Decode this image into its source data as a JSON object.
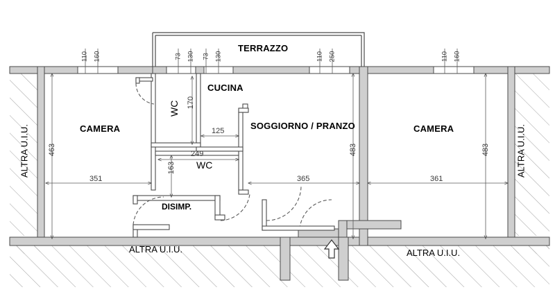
{
  "document": {
    "type": "floor-plan",
    "language": "it",
    "units": "cm"
  },
  "rooms": [
    {
      "id": "camera-left",
      "label": "CAMERA"
    },
    {
      "id": "camera-right",
      "label": "CAMERA"
    },
    {
      "id": "terrazzo",
      "label": "TERRAZZO"
    },
    {
      "id": "cucina",
      "label": "CUCINA"
    },
    {
      "id": "soggiorno",
      "label": "SOGGIORNO / PRANZO"
    },
    {
      "id": "wc-upper",
      "label": "WC"
    },
    {
      "id": "wc-lower",
      "label": "WC"
    },
    {
      "id": "disimpegno",
      "label": "DISIMP."
    }
  ],
  "exterior_labels": [
    {
      "id": "left",
      "label": "ALTRA U.I.U."
    },
    {
      "id": "right",
      "label": "ALTRA U.I.U."
    },
    {
      "id": "bottom-left",
      "label": "ALTRA U.I.U."
    },
    {
      "id": "bottom-right",
      "label": "ALTRA U.I.U."
    }
  ],
  "dimensions": {
    "window_top": [
      {
        "id": "w1-sill",
        "value": "110"
      },
      {
        "id": "w1-width",
        "value": "160"
      },
      {
        "id": "w2-sill",
        "value": "73"
      },
      {
        "id": "w2-width",
        "value": "130"
      },
      {
        "id": "w3-sill",
        "value": "73"
      },
      {
        "id": "w3-width",
        "value": "130"
      },
      {
        "id": "w4-sill",
        "value": "110"
      },
      {
        "id": "w4-width",
        "value": "250"
      },
      {
        "id": "w5-sill",
        "value": "110"
      },
      {
        "id": "w5-width",
        "value": "160"
      }
    ],
    "rooms": [
      {
        "id": "camera-left-height",
        "value": "463"
      },
      {
        "id": "camera-left-width",
        "value": "351"
      },
      {
        "id": "wc-upper-height",
        "value": "170"
      },
      {
        "id": "cucina-width",
        "value": "125"
      },
      {
        "id": "wc-lower-width",
        "value": "249"
      },
      {
        "id": "wc-lower-height",
        "value": "163"
      },
      {
        "id": "soggiorno-width",
        "value": "365"
      },
      {
        "id": "soggiorno-height",
        "value": "483"
      },
      {
        "id": "camera-right-width",
        "value": "361"
      },
      {
        "id": "camera-right-height",
        "value": "483"
      }
    ]
  },
  "markers": [
    {
      "id": "entrance-arrow",
      "name": "entrance-arrow",
      "direction": "up"
    }
  ],
  "colors": {
    "wall_fill": "#c9c9c9",
    "wall_stroke": "#4a4a4a",
    "thin_line": "#555555",
    "hatch": "#9a9a9a",
    "dim_line": "#555555",
    "text": "#000000",
    "background": "#ffffff"
  }
}
